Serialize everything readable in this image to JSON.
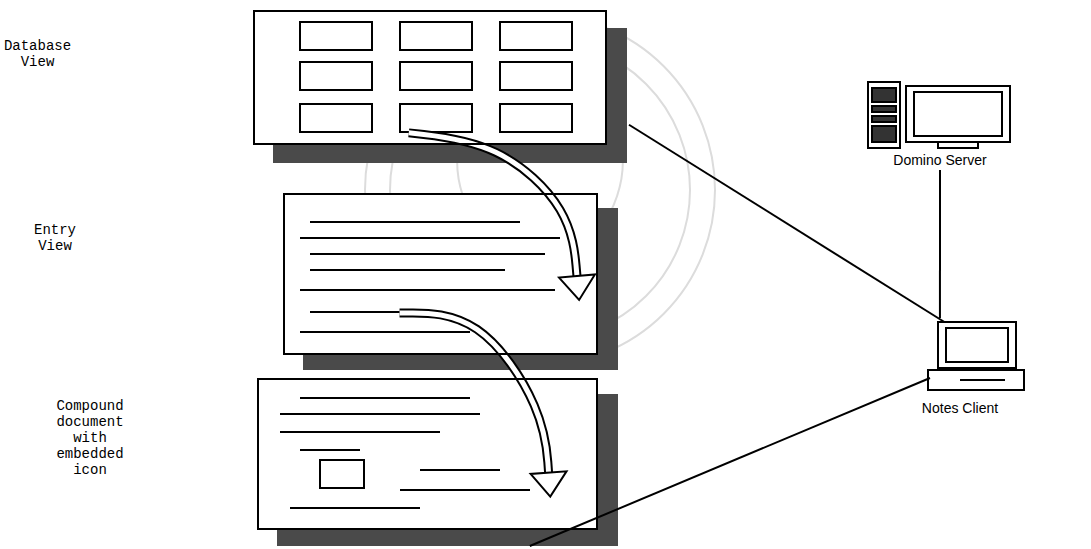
{
  "diagram": {
    "nodes": [
      {
        "text": [
          "Database View"
        ]
      },
      {
        "text": [
          "Entry View"
        ]
      },
      {
        "text": [
          "Compound document with embedded icon"
        ]
      },
      {
        "text": [
          "Domino Server"
        ]
      },
      {
        "text": [
          "Notes Client"
        ]
      }
    ],
    "edges": [
      {
        "from": 0,
        "to": 1,
        "arrow": "to"
      },
      {
        "from": 1,
        "to": 2,
        "arrow": "to"
      },
      {
        "from": 0,
        "to": 4,
        "arrow": "none"
      },
      {
        "from": 3,
        "to": 4,
        "arrow": "none"
      },
      {
        "from": 2,
        "to": 4,
        "arrow": "none"
      }
    ]
  }
}
